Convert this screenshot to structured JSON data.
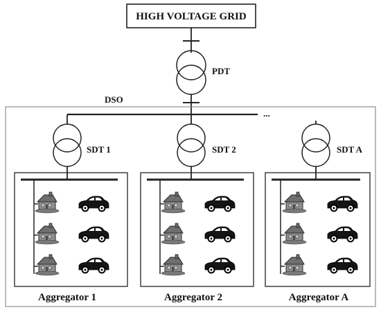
{
  "grid": {
    "label": "HIGH VOLTAGE GRID"
  },
  "pdt": {
    "label": "PDT"
  },
  "dso": {
    "label": "DSO"
  },
  "ellipsis": "...",
  "sdts": [
    {
      "label": "SDT 1"
    },
    {
      "label": "SDT 2"
    },
    {
      "label": "SDT A"
    }
  ],
  "aggregators": [
    {
      "label": "Aggregator 1"
    },
    {
      "label": "Aggregator 2"
    },
    {
      "label": "Aggregator A"
    }
  ],
  "icons": {
    "house": "house-icon",
    "car": "car-icon",
    "transformer": "transformer-icon"
  },
  "colors": {
    "house": "#8c8c8c",
    "car": "#151515",
    "line": "#222222"
  }
}
